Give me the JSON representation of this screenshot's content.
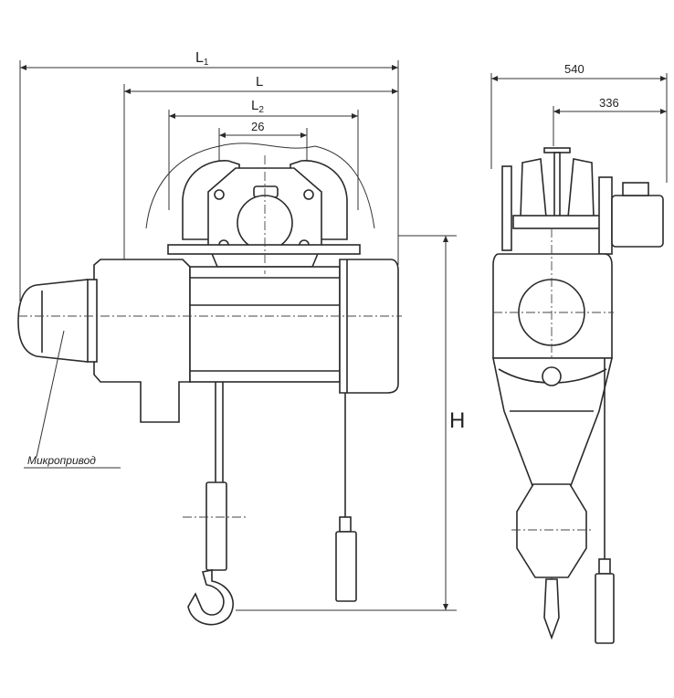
{
  "dimensions": {
    "L1": "L",
    "L1_sub": "1",
    "L": "L",
    "L2": "L",
    "L2_sub": "2",
    "d26": "26",
    "w540": "540",
    "w336": "336",
    "H": "H"
  },
  "labels": {
    "microdrive": "Микропривод"
  },
  "colors": {
    "stroke": "#2a2a2a",
    "background": "#ffffff"
  }
}
